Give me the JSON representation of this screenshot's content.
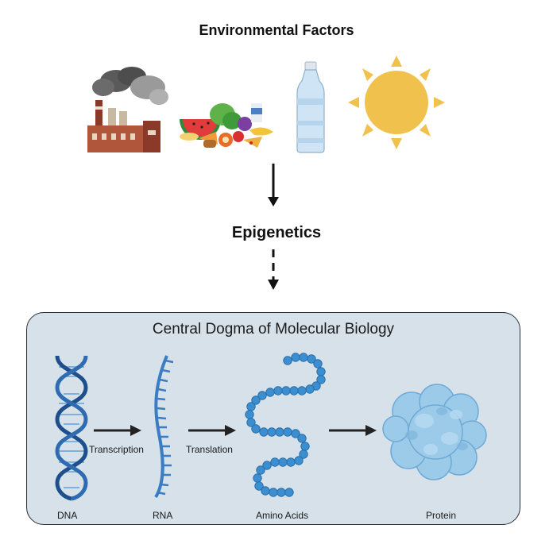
{
  "header": {
    "title": "Environmental Factors"
  },
  "middle": {
    "title": "Epigenetics"
  },
  "factors": {
    "icons": [
      "factory-icon",
      "food-icon",
      "water-bottle-icon",
      "sun-icon"
    ]
  },
  "panel": {
    "title": "Central Dogma of Molecular Biology",
    "stages": {
      "dna": "DNA",
      "rna": "RNA",
      "amino": "Amino Acids",
      "protein": "Protein"
    },
    "processes": {
      "transcription": "Transcription",
      "translation": "Translation"
    }
  },
  "colors": {
    "panel_bg": "#d6e1ea",
    "dna_blue": "#1f4e8c",
    "chain_blue": "#3b8fd0",
    "protein_blue": "#8cc2e8",
    "sun": "#f0c24d"
  }
}
